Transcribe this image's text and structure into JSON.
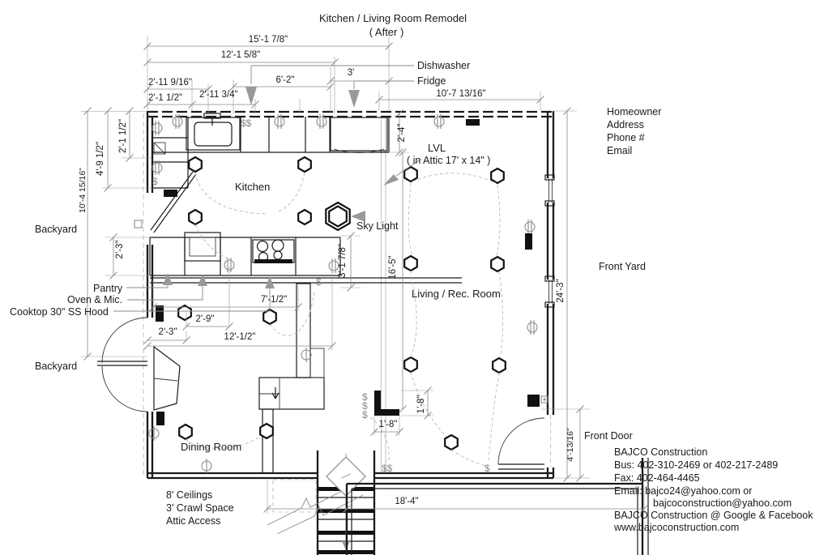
{
  "colors": {
    "ink": "#1a1a1a",
    "annotation": "#8a8a8a"
  },
  "title": {
    "line1": "Kitchen / Living Room Remodel",
    "line2": "( After )"
  },
  "rooms": {
    "kitchen": "Kitchen",
    "living": "Living / Rec. Room",
    "dining": "Dining Room",
    "backyard_upper": "Backyard",
    "backyard_lower": "Backyard",
    "front_yard": "Front Yard",
    "front_door": "Front Door"
  },
  "callouts": {
    "dishwasher": "Dishwasher",
    "fridge": "Fridge",
    "sky_light": "Sky Light",
    "lvl": "LVL",
    "lvl_sub": "( in Attic 17' x 14\" )",
    "pantry": "Pantry",
    "oven_mic": "Oven & Mic.",
    "cooktop": "Cooktop 30\" SS Hood"
  },
  "owner": {
    "homeowner": "Homeowner",
    "address": "Address",
    "phone": "Phone #",
    "email": "Email"
  },
  "notes": {
    "ceilings": "8' Ceilings",
    "crawl": "3' Crawl Space",
    "attic": "Attic Access"
  },
  "contractor": {
    "name": "BAJCO Construction",
    "bus": "Bus: 402-310-2469 or 402-217-2489",
    "fax": "Fax:  402-464-4465",
    "email1": "Email: bajco24@yahoo.com or",
    "email2": "bajcoconstruction@yahoo.com",
    "social": "BAJCO Construction @ Google & Facebook",
    "web": "www.bajcoconstruction.com"
  },
  "dims": {
    "d15_1": "15'-1 7/8\"",
    "d12_1": "12'-1 5/8\"",
    "d6_2": "6'-2\"",
    "d3": "3'",
    "d2_11_9": "2'-11 9/16\"",
    "d2_1_top": "2'-1 1/2\"",
    "d2_11_3": "2'-11 3/4\"",
    "d10_7": "10'-7 13/16\"",
    "d2_1_left": "2'-1 1/2\"",
    "d4_9": "4'-9 1/2\"",
    "d10_4": "10'-4 15/16\"",
    "d2_3_left": "2'-3\"",
    "d2_4": "2'-4\"",
    "d3_1": "3'-1 7/8\"",
    "d16_5": "16'-5\"",
    "d24_3": "24'-3\"",
    "d4_0816": "4'-13/16\"",
    "d1_8_v": "1'-8\"",
    "d1_8_h": "1'-8\"",
    "d7_05": "7'-1/2\"",
    "d2_9": "2'-9\"",
    "d2_3_bot": "2'-3\"",
    "d12_05": "12'-1/2\"",
    "d18_4": "18'-4\""
  },
  "symbols": {
    "switch": "$",
    "switch_double": "$$"
  }
}
